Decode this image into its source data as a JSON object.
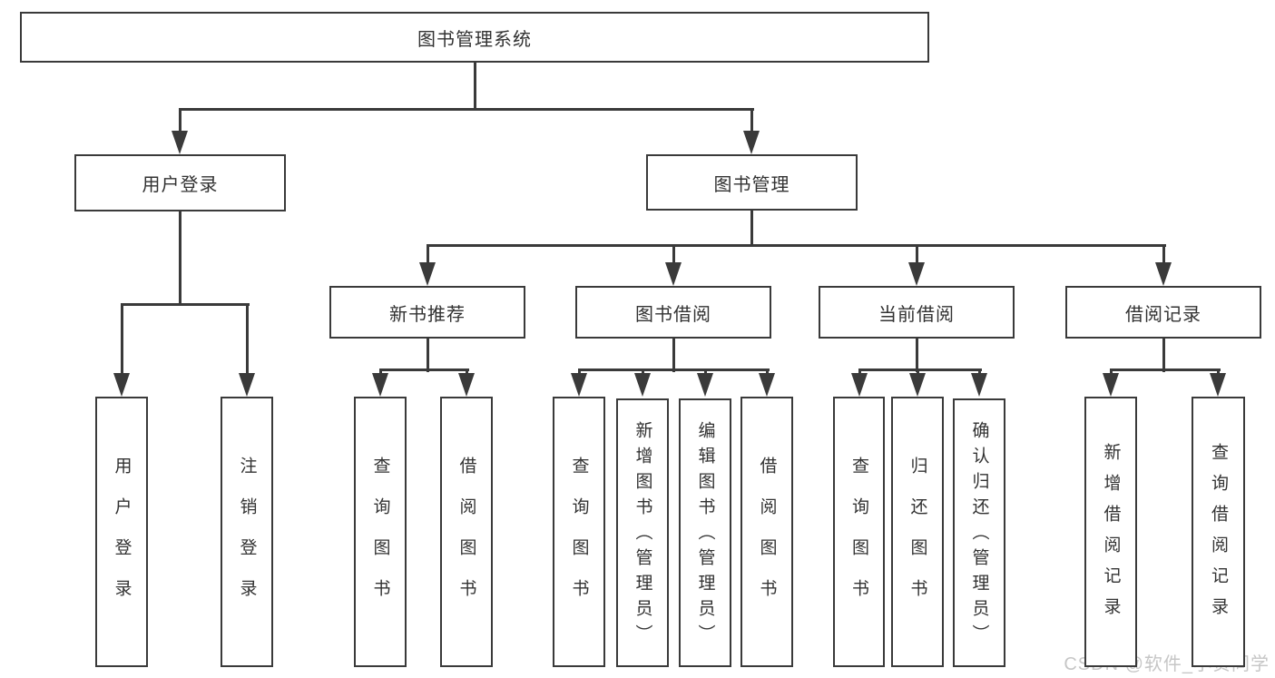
{
  "diagram": {
    "nodes": {
      "root": {
        "label": "图书管理系统"
      },
      "user_login": {
        "label": "用户登录"
      },
      "book_mgmt": {
        "label": "图书管理"
      },
      "new_book_rec": {
        "label": "新书推荐"
      },
      "book_borrow": {
        "label": "图书借阅"
      },
      "current_borrow": {
        "label": "当前借阅"
      },
      "borrow_records": {
        "label": "借阅记录"
      },
      "leaf_user_login": {
        "label": "用户登录"
      },
      "leaf_logout": {
        "label": "注销登录"
      },
      "leaf_query_book_1": {
        "label": "查询图书"
      },
      "leaf_borrow_book_1": {
        "label": "借阅图书"
      },
      "leaf_query_book_2": {
        "label": "查询图书"
      },
      "leaf_add_book": {
        "label": "新增图书（管理员）"
      },
      "leaf_edit_book": {
        "label": "编辑图书（管理员）"
      },
      "leaf_borrow_book_2": {
        "label": "借阅图书"
      },
      "leaf_query_book_3": {
        "label": "查询图书"
      },
      "leaf_return_book": {
        "label": "归还图书"
      },
      "leaf_confirm_return": {
        "label": "确认归还（管理员）"
      },
      "leaf_add_borrow_record": {
        "label": "新增借阅记录"
      },
      "leaf_query_borrow_record": {
        "label": "查询借阅记录"
      }
    },
    "edges": [
      {
        "from": "root",
        "to": [
          "user_login",
          "book_mgmt"
        ]
      },
      {
        "from": "user_login",
        "to": [
          "leaf_user_login",
          "leaf_logout"
        ]
      },
      {
        "from": "book_mgmt",
        "to": [
          "new_book_rec",
          "book_borrow",
          "current_borrow",
          "borrow_records"
        ]
      },
      {
        "from": "new_book_rec",
        "to": [
          "leaf_query_book_1",
          "leaf_borrow_book_1"
        ]
      },
      {
        "from": "book_borrow",
        "to": [
          "leaf_query_book_2",
          "leaf_add_book",
          "leaf_edit_book",
          "leaf_borrow_book_2"
        ]
      },
      {
        "from": "current_borrow",
        "to": [
          "leaf_query_book_3",
          "leaf_return_book",
          "leaf_confirm_return"
        ]
      },
      {
        "from": "borrow_records",
        "to": [
          "leaf_add_borrow_record",
          "leaf_query_borrow_record"
        ]
      }
    ]
  },
  "watermark": "CSDN @软件_小贺同学",
  "colors": {
    "line": "#3a3a3a",
    "text": "#323232",
    "box_background": "#ffffff",
    "watermark": "#c6c6c6"
  }
}
